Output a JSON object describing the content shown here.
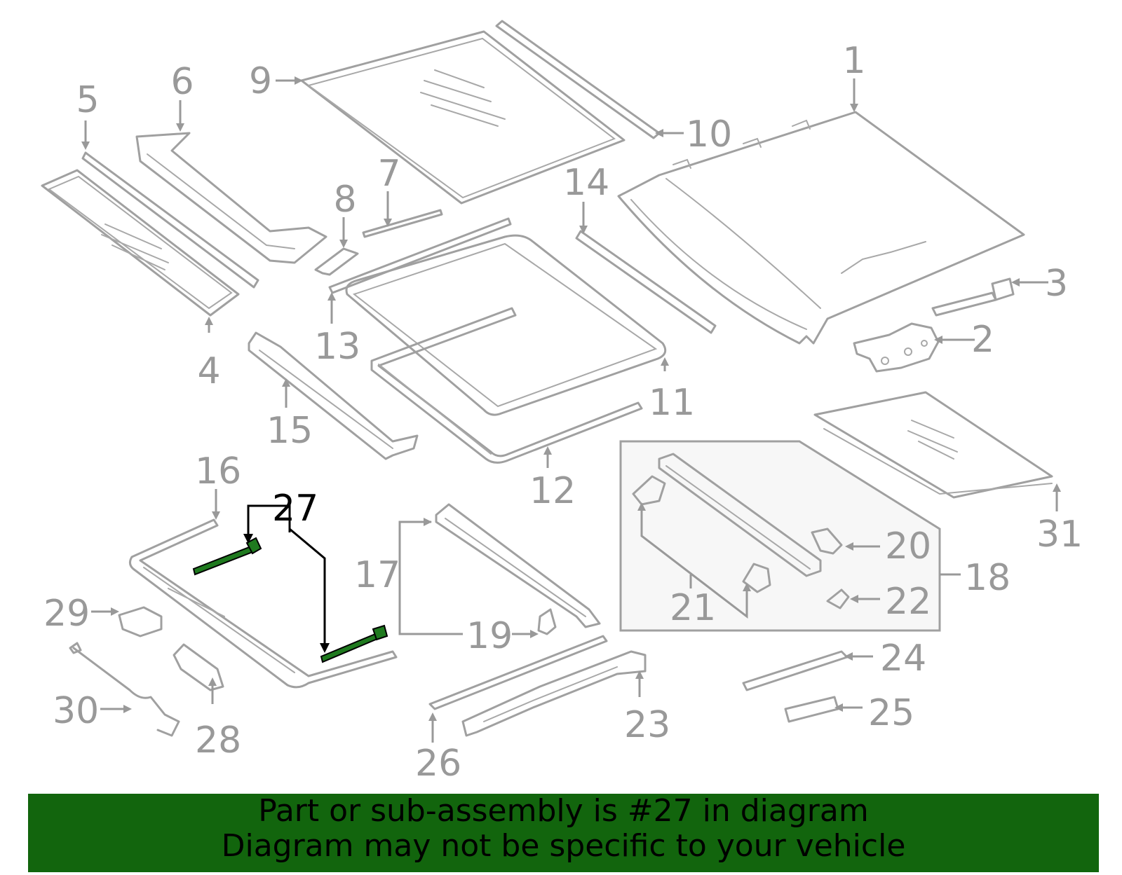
{
  "diagram": {
    "highlighted_part": "27",
    "labels": {
      "p1": "1",
      "p2": "2",
      "p3": "3",
      "p4": "4",
      "p5": "5",
      "p6": "6",
      "p7": "7",
      "p8": "8",
      "p9": "9",
      "p10": "10",
      "p11": "11",
      "p12": "12",
      "p13": "13",
      "p14": "14",
      "p15": "15",
      "p16": "16",
      "p17": "17",
      "p18": "18",
      "p19": "19",
      "p20": "20",
      "p21": "21",
      "p22": "22",
      "p23": "23",
      "p24": "24",
      "p25": "25",
      "p26": "26",
      "p27": "27",
      "p28": "28",
      "p29": "29",
      "p30": "30",
      "p31": "31"
    }
  },
  "banner": {
    "line1": "Part or sub-assembly is #27 in diagram",
    "line2": "Diagram may not be specific to your vehicle"
  },
  "colors": {
    "banner_bg": "#12650d",
    "highlight_part": "#1f7a1f",
    "line_art": "#a0a0a0",
    "label_gray": "#999999"
  }
}
